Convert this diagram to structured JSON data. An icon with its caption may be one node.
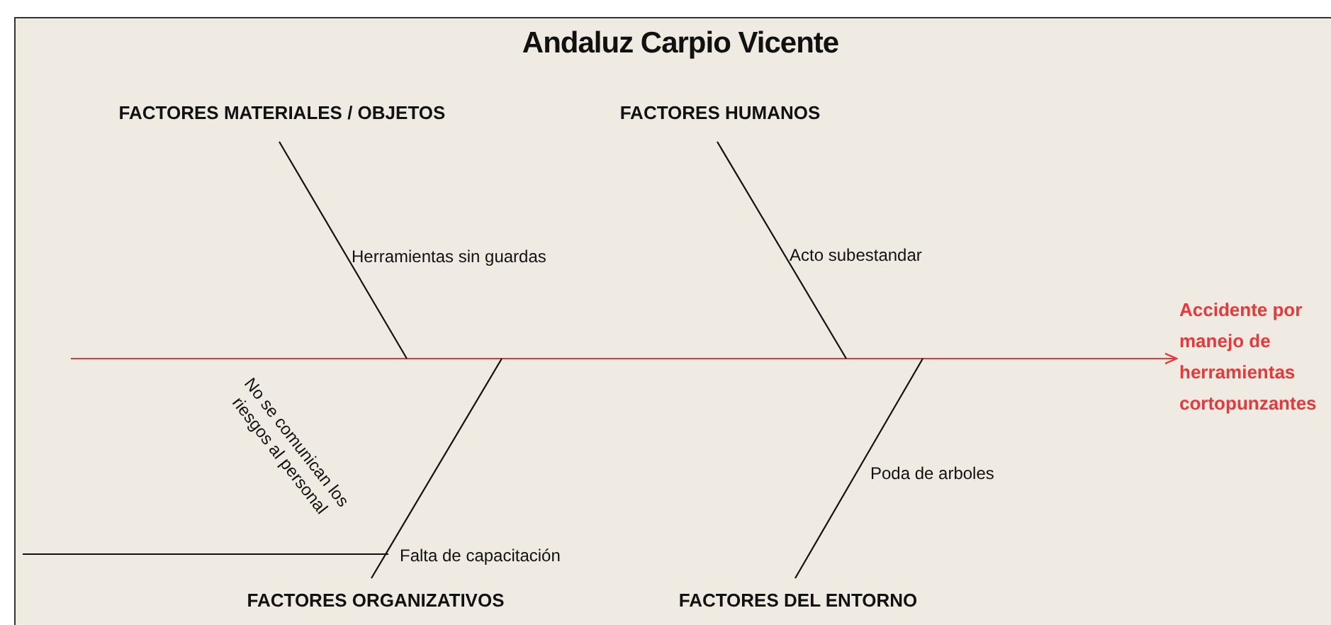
{
  "diagram": {
    "title": "Andaluz Carpio Vicente",
    "nodes": [
      {
        "text": [
          "Accidente por manejo de herramientas cortopunzantes"
        ]
      },
      {
        "text": [
          "FACTORES MATERIALES / OBJETOS"
        ]
      },
      {
        "text": [
          "FACTORES HUMANOS"
        ]
      },
      {
        "text": [
          "FACTORES ORGANIZATIVOS"
        ]
      },
      {
        "text": [
          "FACTORES DEL ENTORNO"
        ]
      }
    ],
    "edges": [
      {
        "from": null,
        "to": 0,
        "arrow": "to",
        "color": "#e8383a"
      },
      {
        "from": 1,
        "to": null,
        "arrow": "none"
      },
      {
        "from": 2,
        "to": null,
        "arrow": "none"
      },
      {
        "from": 3,
        "to": null,
        "arrow": "none"
      },
      {
        "from": 4,
        "to": null,
        "arrow": "none"
      }
    ],
    "labels": [
      "Herramientas sin guardas",
      "Acto subestandar",
      "No se comunican los riesgos al personal",
      "Falta de capacitación",
      "Poda de arboles"
    ]
  }
}
